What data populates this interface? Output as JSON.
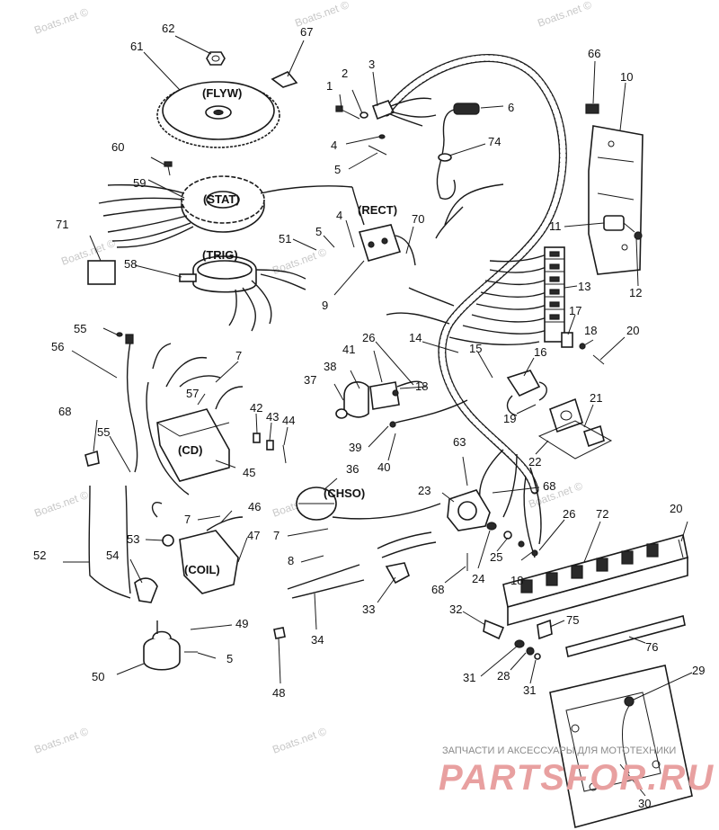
{
  "watermark": {
    "site": "Boats.net ©",
    "tagline": "ЗАПЧАСТИ И АКСЕССУАРЫ ДЛЯ МОТОТЕХНИКИ",
    "brand": "PARTSFOR.RU"
  },
  "component_tags": {
    "flyw": "(FLYW)",
    "stat": "(STAT)",
    "trig": "(TRIG)",
    "rect": "(RECT)",
    "cd": "(CD)",
    "chso": "(CHSO)",
    "coil": "(COIL)"
  },
  "callouts": [
    "1",
    "2",
    "3",
    "4",
    "5",
    "6",
    "7",
    "8",
    "9",
    "10",
    "11",
    "12",
    "13",
    "14",
    "15",
    "16",
    "17",
    "18",
    "19",
    "20",
    "21",
    "22",
    "23",
    "24",
    "25",
    "26",
    "28",
    "29",
    "30",
    "31",
    "32",
    "33",
    "34",
    "36",
    "37",
    "38",
    "39",
    "40",
    "41",
    "42",
    "43",
    "44",
    "45",
    "46",
    "47",
    "48",
    "49",
    "50",
    "51",
    "52",
    "53",
    "54",
    "55",
    "56",
    "57",
    "58",
    "59",
    "60",
    "61",
    "62",
    "63",
    "66",
    "67",
    "68",
    "70",
    "71",
    "72",
    "74",
    "75",
    "76"
  ],
  "callout_placements": [
    {
      "text": "1"
    },
    {
      "text": "2"
    },
    {
      "text": "3"
    },
    {
      "text": "4"
    },
    {
      "text": "5"
    },
    {
      "text": "6"
    },
    {
      "text": "10"
    },
    {
      "text": "11"
    },
    {
      "text": "12"
    },
    {
      "text": "13"
    },
    {
      "text": "14"
    },
    {
      "text": "15"
    },
    {
      "text": "16"
    },
    {
      "text": "17"
    },
    {
      "text": "18"
    },
    {
      "text": "19"
    },
    {
      "text": "20"
    },
    {
      "text": "21"
    },
    {
      "text": "22"
    },
    {
      "text": "23"
    },
    {
      "text": "24"
    },
    {
      "text": "25"
    },
    {
      "text": "26"
    },
    {
      "text": "28"
    },
    {
      "text": "29"
    },
    {
      "text": "30"
    },
    {
      "text": "31"
    },
    {
      "text": "32"
    },
    {
      "text": "33"
    },
    {
      "text": "34"
    },
    {
      "text": "36"
    },
    {
      "text": "37"
    },
    {
      "text": "38"
    },
    {
      "text": "39"
    },
    {
      "text": "40"
    },
    {
      "text": "41"
    },
    {
      "text": "42"
    },
    {
      "text": "43"
    },
    {
      "text": "44"
    },
    {
      "text": "45"
    },
    {
      "text": "46"
    },
    {
      "text": "47"
    },
    {
      "text": "48"
    },
    {
      "text": "49"
    },
    {
      "text": "50"
    },
    {
      "text": "51"
    },
    {
      "text": "52"
    },
    {
      "text": "53"
    },
    {
      "text": "54"
    },
    {
      "text": "55"
    },
    {
      "text": "56"
    },
    {
      "text": "57"
    },
    {
      "text": "58"
    },
    {
      "text": "59"
    },
    {
      "text": "60"
    },
    {
      "text": "61"
    },
    {
      "text": "62"
    },
    {
      "text": "63"
    },
    {
      "text": "66"
    },
    {
      "text": "67"
    },
    {
      "text": "68"
    },
    {
      "text": "70"
    },
    {
      "text": "71"
    },
    {
      "text": "72"
    },
    {
      "text": "74"
    },
    {
      "text": "75"
    },
    {
      "text": "76"
    },
    {
      "text": "7"
    },
    {
      "text": "8"
    },
    {
      "text": "9"
    }
  ],
  "colors": {
    "line": "#1a1a1a",
    "background": "#ffffff",
    "watermark_grey": "#c8c8c8",
    "brand_red": "#e8a0a0"
  }
}
